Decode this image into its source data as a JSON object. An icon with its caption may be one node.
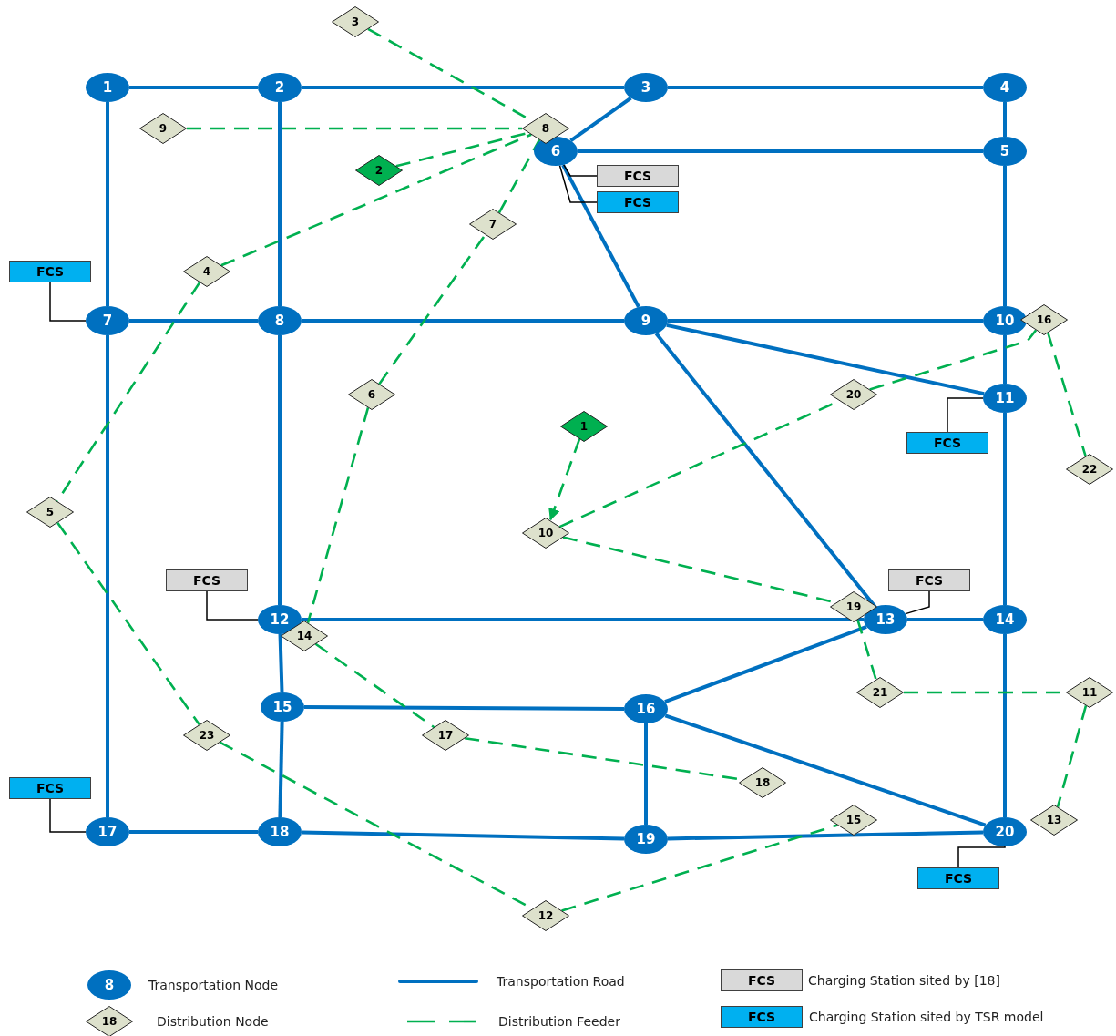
{
  "diagram": {
    "nodes": [
      {
        "text": [
          "1"
        ]
      },
      {
        "text": [
          "2"
        ]
      },
      {
        "text": [
          "3"
        ]
      },
      {
        "text": [
          "4"
        ]
      },
      {
        "text": [
          "5"
        ]
      },
      {
        "text": [
          "6"
        ]
      },
      {
        "text": [
          "7"
        ]
      },
      {
        "text": [
          "8"
        ]
      },
      {
        "text": [
          "9"
        ]
      },
      {
        "text": [
          "10"
        ]
      },
      {
        "text": [
          "11"
        ]
      },
      {
        "text": [
          "12"
        ]
      },
      {
        "text": [
          "13"
        ]
      },
      {
        "text": [
          "14"
        ]
      },
      {
        "text": [
          "15"
        ]
      },
      {
        "text": [
          "16"
        ]
      },
      {
        "text": [
          "17"
        ]
      },
      {
        "text": [
          "18"
        ]
      },
      {
        "text": [
          "19"
        ]
      },
      {
        "text": [
          "20"
        ]
      },
      {
        "text": [
          "1"
        ]
      },
      {
        "text": [
          "2"
        ]
      },
      {
        "text": [
          "3"
        ]
      },
      {
        "text": [
          "4"
        ]
      },
      {
        "text": [
          "5"
        ]
      },
      {
        "text": [
          "6"
        ]
      },
      {
        "text": [
          "7"
        ]
      },
      {
        "text": [
          "8"
        ]
      },
      {
        "text": [
          "9"
        ]
      },
      {
        "text": [
          "10"
        ]
      },
      {
        "text": [
          "11"
        ]
      },
      {
        "text": [
          "12"
        ]
      },
      {
        "text": [
          "13"
        ]
      },
      {
        "text": [
          "14"
        ]
      },
      {
        "text": [
          "15"
        ]
      },
      {
        "text": [
          "16"
        ]
      },
      {
        "text": [
          "17"
        ]
      },
      {
        "text": [
          "18"
        ]
      },
      {
        "text": [
          "19"
        ]
      },
      {
        "text": [
          "20"
        ]
      },
      {
        "text": [
          "21"
        ]
      },
      {
        "text": [
          "22"
        ]
      },
      {
        "text": [
          "23"
        ]
      },
      {
        "text": [
          "FCS"
        ]
      },
      {
        "text": [
          "FCS"
        ]
      },
      {
        "text": [
          "FCS"
        ]
      },
      {
        "text": [
          "FCS"
        ]
      },
      {
        "text": [
          "FCS"
        ]
      },
      {
        "text": [
          "FCS"
        ]
      },
      {
        "text": [
          "FCS"
        ]
      },
      {
        "text": [
          "FCS"
        ]
      }
    ],
    "edges": [
      {
        "from": 0,
        "to": 1,
        "arrow": "none"
      },
      {
        "from": 1,
        "to": 2,
        "arrow": "none"
      },
      {
        "from": 2,
        "to": 3,
        "arrow": "none"
      },
      {
        "from": 3,
        "to": 4,
        "arrow": "none"
      },
      {
        "from": 2,
        "to": 5,
        "arrow": "none"
      },
      {
        "from": 5,
        "to": 4,
        "arrow": "none"
      },
      {
        "from": 0,
        "to": 6,
        "arrow": "none"
      },
      {
        "from": 1,
        "to": 7,
        "arrow": "none"
      },
      {
        "from": 5,
        "to": 8,
        "arrow": "none"
      },
      {
        "from": 4,
        "to": 9,
        "arrow": "none"
      },
      {
        "from": 6,
        "to": 7,
        "arrow": "none"
      },
      {
        "from": 7,
        "to": 8,
        "arrow": "none"
      },
      {
        "from": 8,
        "to": 9,
        "arrow": "none"
      },
      {
        "from": 8,
        "to": 10,
        "arrow": "none"
      },
      {
        "from": 9,
        "to": 10,
        "arrow": "none"
      },
      {
        "from": 8,
        "to": 12,
        "arrow": "none"
      },
      {
        "from": 10,
        "to": 13,
        "arrow": "none"
      },
      {
        "from": 7,
        "to": 11,
        "arrow": "none"
      },
      {
        "from": 11,
        "to": 12,
        "arrow": "none"
      },
      {
        "from": 12,
        "to": 13,
        "arrow": "none"
      },
      {
        "from": 11,
        "to": 14,
        "arrow": "none"
      },
      {
        "from": 14,
        "to": 15,
        "arrow": "none"
      },
      {
        "from": 12,
        "to": 15,
        "arrow": "none"
      },
      {
        "from": 13,
        "to": 19,
        "arrow": "none"
      },
      {
        "from": 15,
        "to": 18,
        "arrow": "none"
      },
      {
        "from": 15,
        "to": 19,
        "arrow": "none"
      },
      {
        "from": 6,
        "to": 16,
        "arrow": "none"
      },
      {
        "from": 14,
        "to": 17,
        "arrow": "none"
      },
      {
        "from": 16,
        "to": 17,
        "arrow": "none"
      },
      {
        "from": 17,
        "to": 18,
        "arrow": "none"
      },
      {
        "from": 18,
        "to": 19,
        "arrow": "none"
      },
      {
        "from": 22,
        "to": 27,
        "arrow": "none",
        "style": "dashed",
        "color": "#00b050"
      },
      {
        "from": 28,
        "to": 27,
        "arrow": "none",
        "style": "dashed",
        "color": "#00b050"
      },
      {
        "from": 21,
        "to": 27,
        "arrow": "none",
        "style": "dashed",
        "color": "#00b050"
      },
      {
        "from": 23,
        "to": 27,
        "arrow": "none",
        "style": "dashed",
        "color": "#00b050"
      },
      {
        "from": 26,
        "to": 27,
        "arrow": "none",
        "style": "dashed",
        "color": "#00b050"
      },
      {
        "from": 23,
        "to": 24,
        "arrow": "none",
        "style": "dashed",
        "color": "#00b050"
      },
      {
        "from": 24,
        "to": 42,
        "arrow": "none",
        "style": "dashed",
        "color": "#00b050"
      },
      {
        "from": 42,
        "to": 31,
        "arrow": "none",
        "style": "dashed",
        "color": "#00b050"
      },
      {
        "from": 31,
        "to": 34,
        "arrow": "none",
        "style": "dashed",
        "color": "#00b050"
      },
      {
        "from": 25,
        "to": 26,
        "arrow": "none",
        "style": "dashed",
        "color": "#00b050"
      },
      {
        "from": 25,
        "to": 33,
        "arrow": "none",
        "style": "dashed",
        "color": "#00b050"
      },
      {
        "from": 33,
        "to": 36,
        "arrow": "none",
        "style": "dashed",
        "color": "#00b050"
      },
      {
        "from": 36,
        "to": 37,
        "arrow": "none",
        "style": "dashed",
        "color": "#00b050"
      },
      {
        "from": 20,
        "to": 29,
        "arrow": "to",
        "style": "dashed",
        "color": "#00b050"
      },
      {
        "from": 29,
        "to": 39,
        "arrow": "none",
        "style": "dashed",
        "color": "#00b050"
      },
      {
        "from": 39,
        "to": 35,
        "arrow": "none",
        "style": "dashed",
        "color": "#00b050"
      },
      {
        "from": 35,
        "to": 41,
        "arrow": "none",
        "style": "dashed",
        "color": "#00b050"
      },
      {
        "from": 29,
        "to": 38,
        "arrow": "none",
        "style": "dashed",
        "color": "#00b050"
      },
      {
        "from": 38,
        "to": 40,
        "arrow": "none",
        "style": "dashed",
        "color": "#00b050"
      },
      {
        "from": 40,
        "to": 30,
        "arrow": "none",
        "style": "dashed",
        "color": "#00b050"
      },
      {
        "from": 30,
        "to": 32,
        "arrow": "none",
        "style": "dashed",
        "color": "#00b050"
      },
      {
        "from": 5,
        "to": 43,
        "arrow": "none",
        "color": "#000000"
      },
      {
        "from": 5,
        "to": 44,
        "arrow": "none",
        "color": "#000000"
      },
      {
        "from": 6,
        "to": 45,
        "arrow": "none",
        "color": "#000000"
      },
      {
        "from": 10,
        "to": 46,
        "arrow": "none",
        "color": "#000000"
      },
      {
        "from": 11,
        "to": 47,
        "arrow": "none",
        "color": "#000000"
      },
      {
        "from": 12,
        "to": 48,
        "arrow": "none",
        "color": "#000000"
      },
      {
        "from": 16,
        "to": 49,
        "arrow": "none",
        "color": "#000000"
      },
      {
        "from": 19,
        "to": 50,
        "arrow": "none",
        "color": "#000000"
      }
    ],
    "labels": [
      "8",
      "FCS",
      "18",
      "FCS"
    ],
    "legend": [
      {
        "text": "Transportation Node"
      },
      {
        "text": "Transportation Road"
      },
      {
        "text": "Charging Station sited by [18]",
        "color": "#d9d9d9"
      },
      {
        "text": "Distribution Node"
      },
      {
        "text": "Distribution Feeder"
      },
      {
        "text": "Charging Station sited by TSR model",
        "color": "#00b0f0"
      }
    ]
  }
}
